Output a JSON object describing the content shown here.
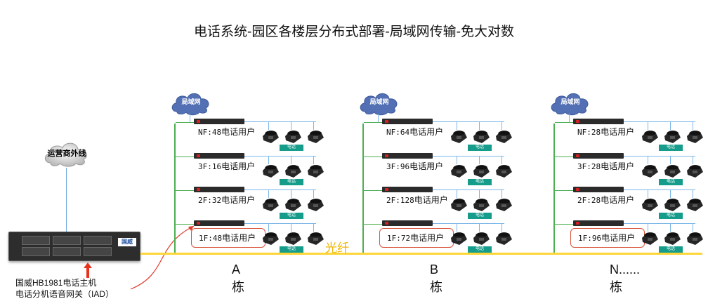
{
  "title": "电话系统-园区各楼层分布式部署-局域网传输-免大对数",
  "fiber_label": "光纤",
  "operator_cloud": {
    "label": "运营商外线"
  },
  "lan_cloud_label": "局域网",
  "phone_badge": "电话",
  "server": {
    "logo": "国威",
    "caption_line1": "国威HB1981电话主机",
    "caption_line2": "电话分机语音网关（IAD）"
  },
  "buildings": [
    {
      "name": "A栋",
      "floors": [
        {
          "floor": "NF",
          "count": "48",
          "text": "电话用户"
        },
        {
          "floor": "3F",
          "count": "16",
          "text": "电话用户"
        },
        {
          "floor": "2F",
          "count": "32",
          "text": "电话用户"
        },
        {
          "floor": "1F",
          "count": "48",
          "text": "电话用户",
          "highlight": true
        }
      ]
    },
    {
      "name": "B栋",
      "floors": [
        {
          "floor": "NF",
          "count": "64",
          "text": "电话用户"
        },
        {
          "floor": "3F",
          "count": "96",
          "text": "电话用户"
        },
        {
          "floor": "2F",
          "count": "128",
          "text": "电话用户"
        },
        {
          "floor": "1F",
          "count": "72",
          "text": "电话用户",
          "highlight": true
        }
      ]
    },
    {
      "name": "N......栋",
      "floors": [
        {
          "floor": "NF",
          "count": "28",
          "text": "电话用户"
        },
        {
          "floor": "3F",
          "count": "28",
          "text": "电话用户"
        },
        {
          "floor": "2F",
          "count": "28",
          "text": "电话用户"
        },
        {
          "floor": "1F",
          "count": "96",
          "text": "电话用户",
          "highlight": true
        }
      ]
    }
  ]
}
